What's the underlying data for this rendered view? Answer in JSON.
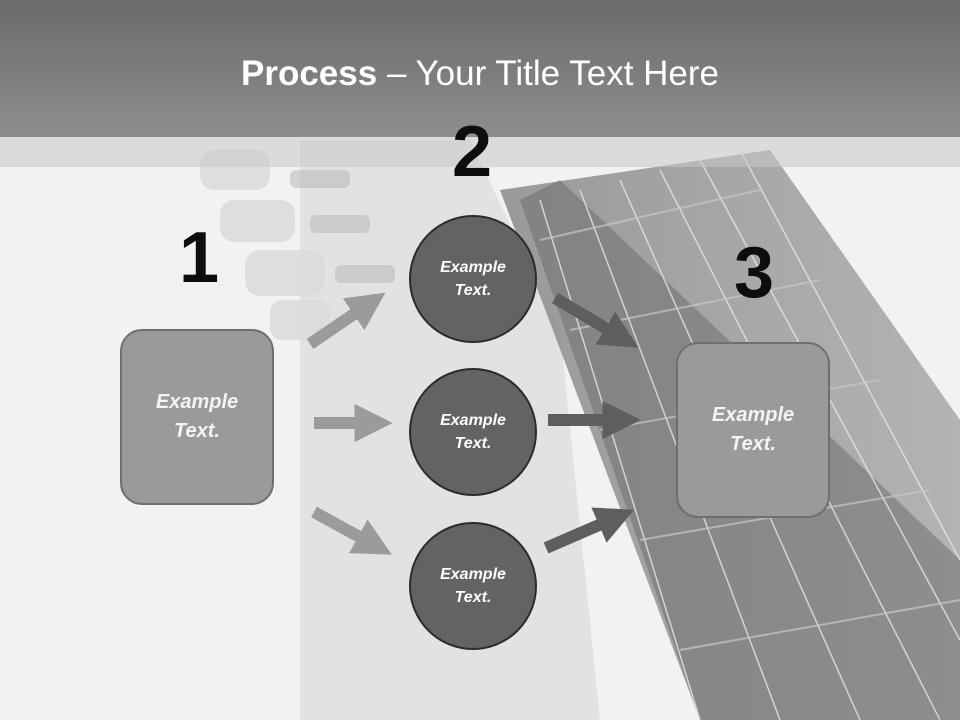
{
  "title": {
    "bold": "Process",
    "rest": " – Your Title Text Here"
  },
  "steps": [
    {
      "number": "1",
      "text": "Example Text."
    },
    {
      "number": "2",
      "items": [
        "Example Text.",
        "Example Text.",
        "Example Text."
      ]
    },
    {
      "number": "3",
      "text": "Example Text."
    }
  ],
  "colors": {
    "title_bar": "#7a7a7a",
    "left_box": "#9a9a9a",
    "circles": "#636363",
    "right_box": "#9a9a9a"
  }
}
